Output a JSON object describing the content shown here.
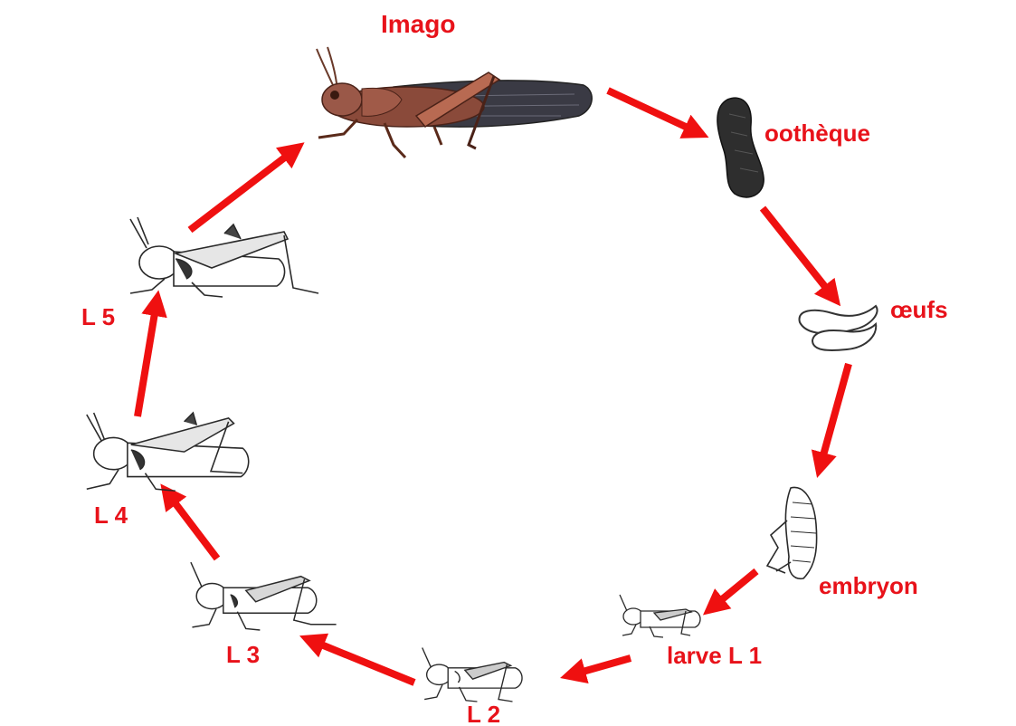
{
  "colors": {
    "label": "#e8121a",
    "arrow": "#ef1010",
    "ink": "#2a2a2a",
    "adult_body": "#8a4a3a",
    "adult_wing": "#3a3a44",
    "ootheca": "#2e2e2e"
  },
  "stages": {
    "imago": "Imago",
    "ootheque": "oothèque",
    "oeufs": "œufs",
    "embryon": "embryon",
    "larve_l1": "larve L 1",
    "l2": "L 2",
    "l3": "L 3",
    "l4": "L 4",
    "l5": "L 5"
  },
  "illustrations": [
    "adult-locust-icon",
    "ootheca-icon",
    "eggs-icon",
    "embryo-icon",
    "nymph-l1-icon",
    "nymph-l2-icon",
    "nymph-l3-icon",
    "nymph-l4-icon",
    "nymph-l5-icon"
  ]
}
